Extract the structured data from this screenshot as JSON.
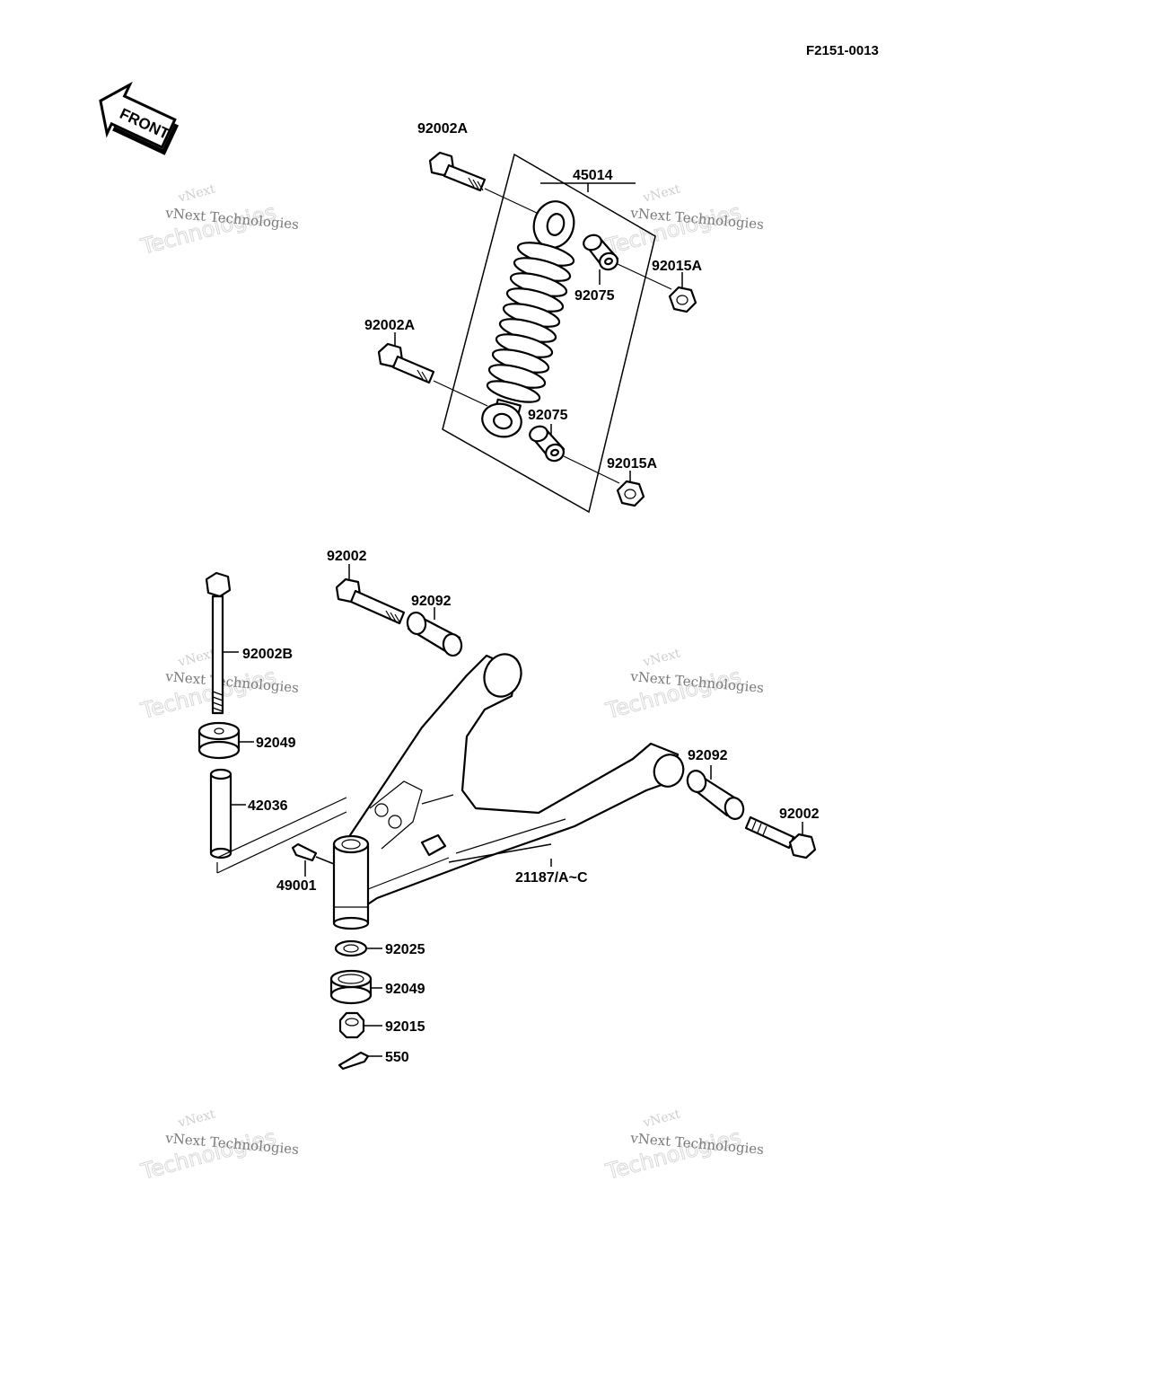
{
  "diagram": {
    "code": "F2151-0013",
    "front_arrow": {
      "label": "FRONT",
      "icon": "front-arrow-icon"
    },
    "watermark": {
      "brand": "vNext",
      "company": "Technologies",
      "full": "vNext Technologies"
    },
    "labels": {
      "p92002A_top": "92002A",
      "p45014": "45014",
      "p92015A_top": "92015A",
      "p92075_top": "92075",
      "p92002A_mid": "92002A",
      "p92075_mid": "92075",
      "p92015A_bot": "92015A",
      "p92002_left": "92002",
      "p92092_left": "92092",
      "p92002B": "92002B",
      "p92049_top": "92049",
      "p42036": "42036",
      "p92092_right": "92092",
      "p92002_right": "92002",
      "p49001": "49001",
      "p21187": "21187/A~C",
      "p92025": "92025",
      "p92049_bot": "92049",
      "p92015": "92015",
      "p550": "550"
    }
  }
}
